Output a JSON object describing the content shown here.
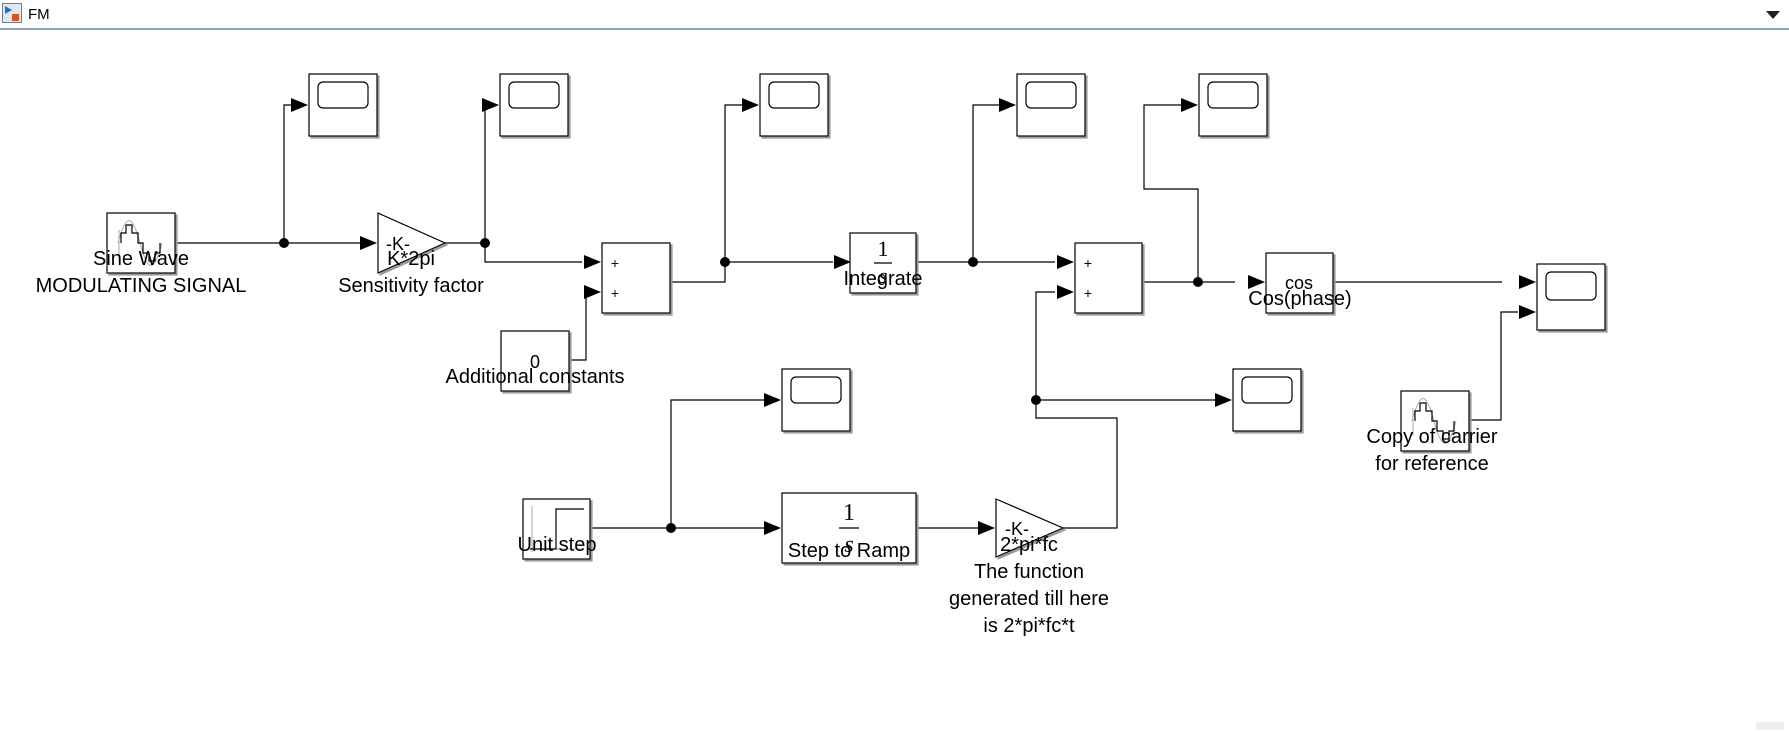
{
  "window": {
    "title": "FM"
  },
  "blocks": {
    "sine_wave": {
      "name": "Sine Wave",
      "desc": "MODULATING SIGNAL"
    },
    "gain_sensitivity": {
      "text": "-K-",
      "name": "K*2pi",
      "desc": "Sensitivity factor"
    },
    "constant": {
      "value": "0",
      "name": "Additional constants"
    },
    "sum1": {
      "plus_sign": "+"
    },
    "integrator": {
      "num": "1",
      "den": "s",
      "name": "Integrate"
    },
    "sum2": {
      "plus_sign": "+"
    },
    "cos_fn": {
      "text": "cos",
      "name": "Cos(phase)"
    },
    "unit_step": {
      "name": "Unit step"
    },
    "step_to_ramp": {
      "num": "1",
      "den": "s",
      "name": "Step to Ramp"
    },
    "gain_fc": {
      "text": "-K-",
      "name": "2*pi*fc",
      "desc1": "The function",
      "desc2": "generated till here",
      "desc3": "is 2*pi*fc*t"
    },
    "carrier_copy": {
      "name": "Copy of carrier",
      "desc": "for reference"
    }
  }
}
